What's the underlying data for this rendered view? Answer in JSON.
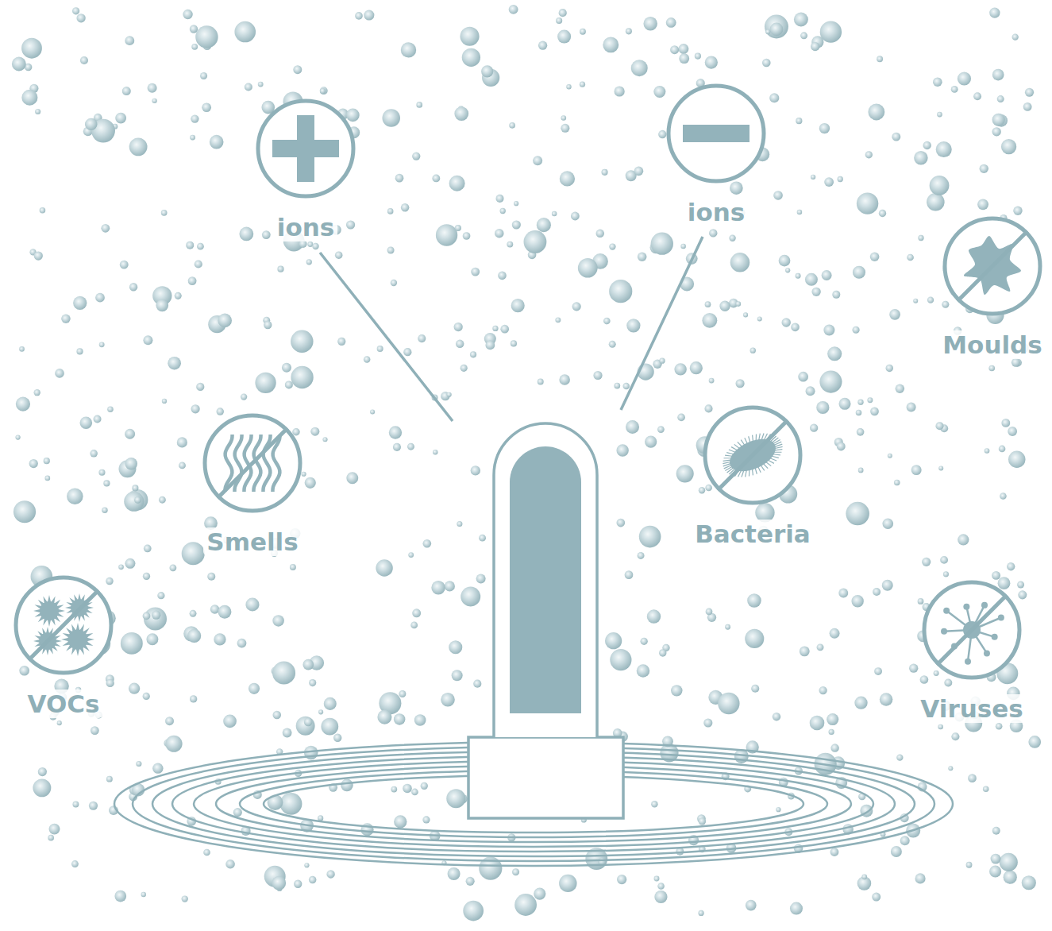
{
  "diagram": {
    "nodes": [
      {
        "text": [
          "ions"
        ]
      },
      {
        "text": [
          "ions"
        ]
      },
      {
        "text": [
          "Moulds"
        ]
      },
      {
        "text": [
          "Smells"
        ]
      },
      {
        "text": [
          "Bacteria"
        ]
      },
      {
        "text": [
          "VOCs"
        ]
      },
      {
        "text": [
          "Viruses"
        ]
      }
    ]
  }
}
